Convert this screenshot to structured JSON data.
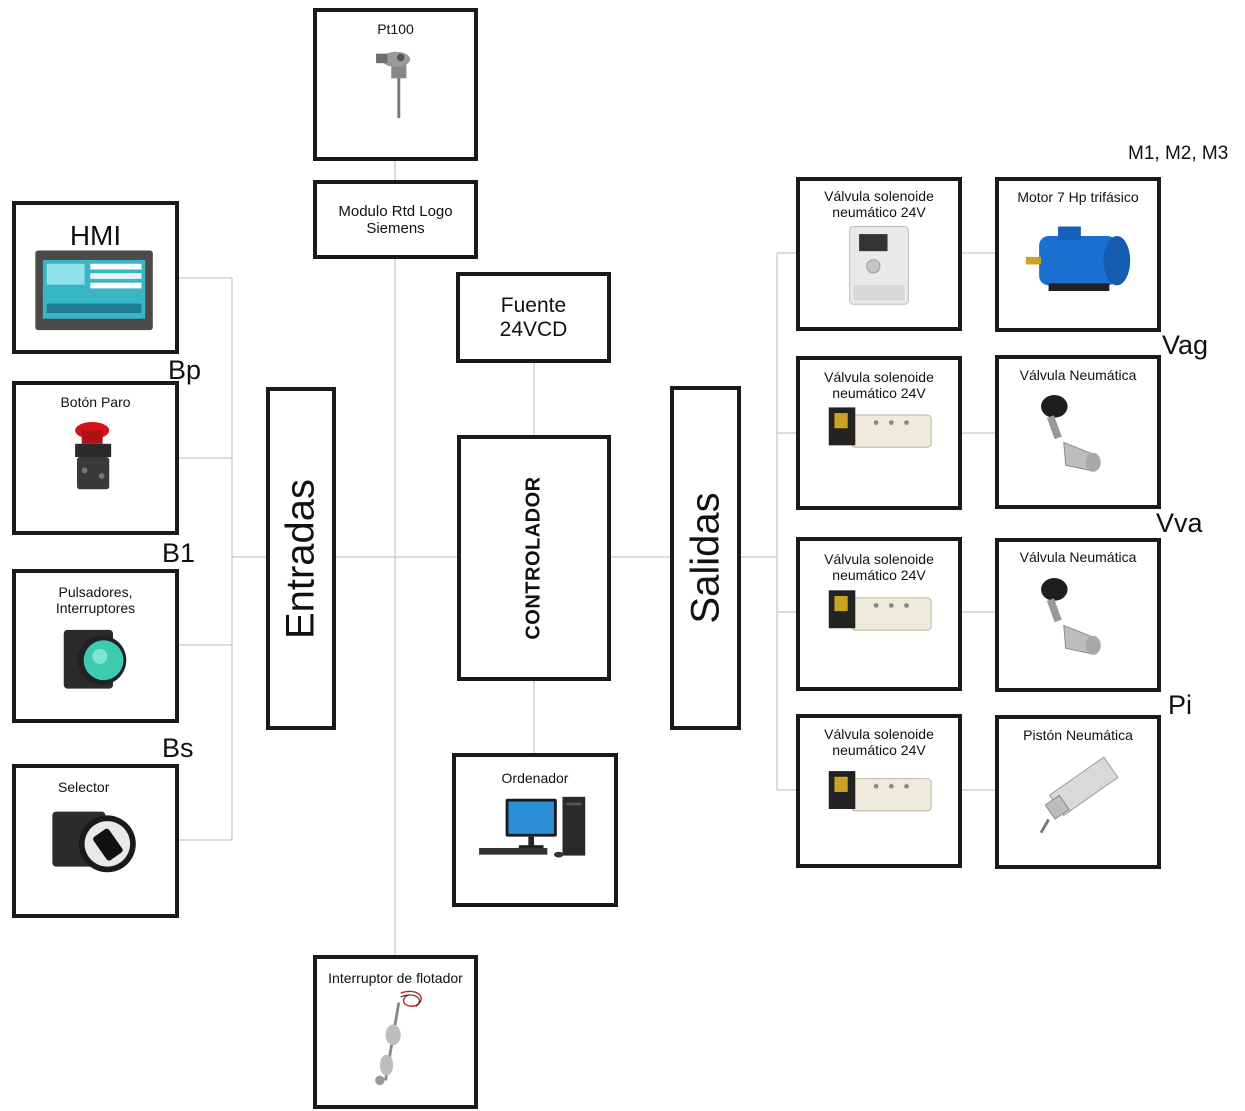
{
  "center": {
    "pt100": "Pt100",
    "modulo_rtd": "Modulo Rtd Logo Siemens",
    "fuente": "Fuente 24VCD",
    "controlador": "CONTROLADOR",
    "ordenador": "Ordenador",
    "interruptor_flotador": "Interruptor de flotador"
  },
  "inputs": {
    "label": "Entradas",
    "hmi": "HMI",
    "boton_paro": "Botón Paro",
    "pulsadores": "Pulsadores, Interruptores",
    "selector": "Selector"
  },
  "outputs": {
    "label": "Salidas",
    "valve_solenoid_1": "Válvula solenoide neumático  24V",
    "valve_solenoid_2": "Válvula solenoide neumático  24V",
    "valve_solenoid_3": "Válvula solenoide neumático  24V",
    "valve_solenoid_4": "Válvula solenoide neumático  24V",
    "motor": "Motor 7 Hp trifásico",
    "valvula_neumatica_1": "Válvula Neumática",
    "valvula_neumatica_2": "Válvula Neumática",
    "piston": "Pistón Neumática"
  },
  "tags": {
    "bp": "Bp",
    "b1": "B1",
    "bs": "Bs",
    "motors": "M1, M2, M3",
    "vag": "Vag",
    "vva": "Vva",
    "pi": "Pi"
  },
  "icons": [
    "hmi-panel-icon",
    "emergency-stop-icon",
    "push-button-icon",
    "selector-switch-icon",
    "rtd-sensor-icon",
    "computer-icon",
    "float-switch-icon",
    "frequency-drive-icon",
    "motor-icon",
    "solenoid-valve-icon",
    "angle-seat-valve-icon",
    "pneumatic-cylinder-icon"
  ],
  "colors": {
    "border": "#1a1a1a",
    "line": "#c8c8c8",
    "hmi_screen": "#39b6c4",
    "button_green": "#3ec9b1",
    "motor_blue": "#1b6fd0",
    "stop_red": "#d4141c"
  }
}
